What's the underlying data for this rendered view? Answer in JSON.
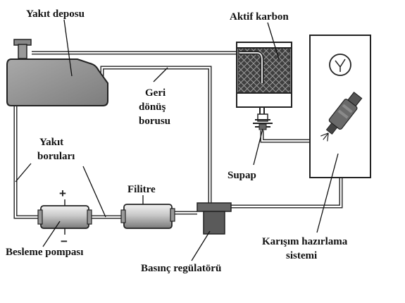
{
  "labels": {
    "fuel_tank": "Yakıt deposu",
    "active_carbon": "Aktif karbon",
    "return_pipe": [
      "Geri",
      "dönüş",
      "borusu"
    ],
    "fuel_lines": [
      "Yakıt",
      "boruları"
    ],
    "valve": "Supap",
    "filter": "Filitre",
    "mixture_system": [
      "Karışım hazırlama",
      "sistemi"
    ],
    "feed_pump": "Besleme pompası",
    "pressure_regulator": "Basınç regülatörü"
  },
  "pump_signs": {
    "plus": "+",
    "minus": "−"
  },
  "colors": {
    "component_gray": "#9a9a9a",
    "dark_gray": "#555555",
    "carbon_fill": "#3a3a3a",
    "line": "#222222"
  },
  "icons": [
    "pressure-gauge-icon",
    "fuel-injector-icon"
  ]
}
